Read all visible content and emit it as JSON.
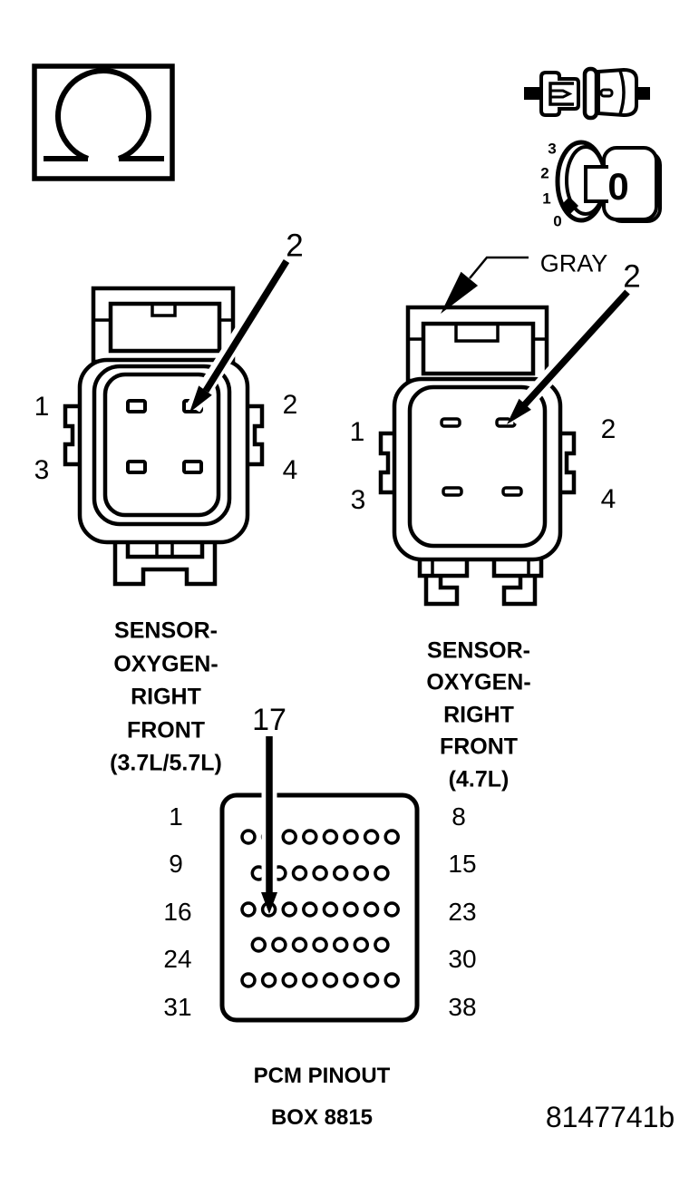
{
  "figure": {
    "number": "8147741b",
    "ink_color": "#000000",
    "background_color": "#ffffff"
  },
  "icons": {
    "ohmmeter": {
      "symbol": "Ω"
    },
    "disconnect_connector": {
      "meaning": "disconnect-connector-icon"
    },
    "rotary_dial": {
      "scale_labels": [
        "3",
        "2",
        "1",
        "0"
      ],
      "display_value": "0"
    }
  },
  "connectors": {
    "left": {
      "callout": "2",
      "pin_labels": {
        "1": "1",
        "2": "2",
        "3": "3",
        "4": "4"
      },
      "caption_lines": [
        "SENSOR-",
        "OXYGEN-",
        "RIGHT",
        "FRONT",
        "(3.7L/5.7L)"
      ]
    },
    "right": {
      "callout": "2",
      "color_label": "GRAY",
      "pin_labels": {
        "1": "1",
        "2": "2",
        "3": "3",
        "4": "4"
      },
      "caption_lines": [
        "SENSOR-",
        "OXYGEN-",
        "RIGHT",
        "FRONT",
        "(4.7L)"
      ]
    }
  },
  "pcm": {
    "callout": "17",
    "row_labels_left": [
      "1",
      "9",
      "16",
      "24",
      "31"
    ],
    "row_labels_right": [
      "8",
      "15",
      "23",
      "30",
      "38"
    ],
    "rows_pin_counts": [
      8,
      7,
      8,
      7,
      8
    ],
    "caption_lines": [
      "PCM PINOUT",
      "BOX 8815"
    ]
  }
}
